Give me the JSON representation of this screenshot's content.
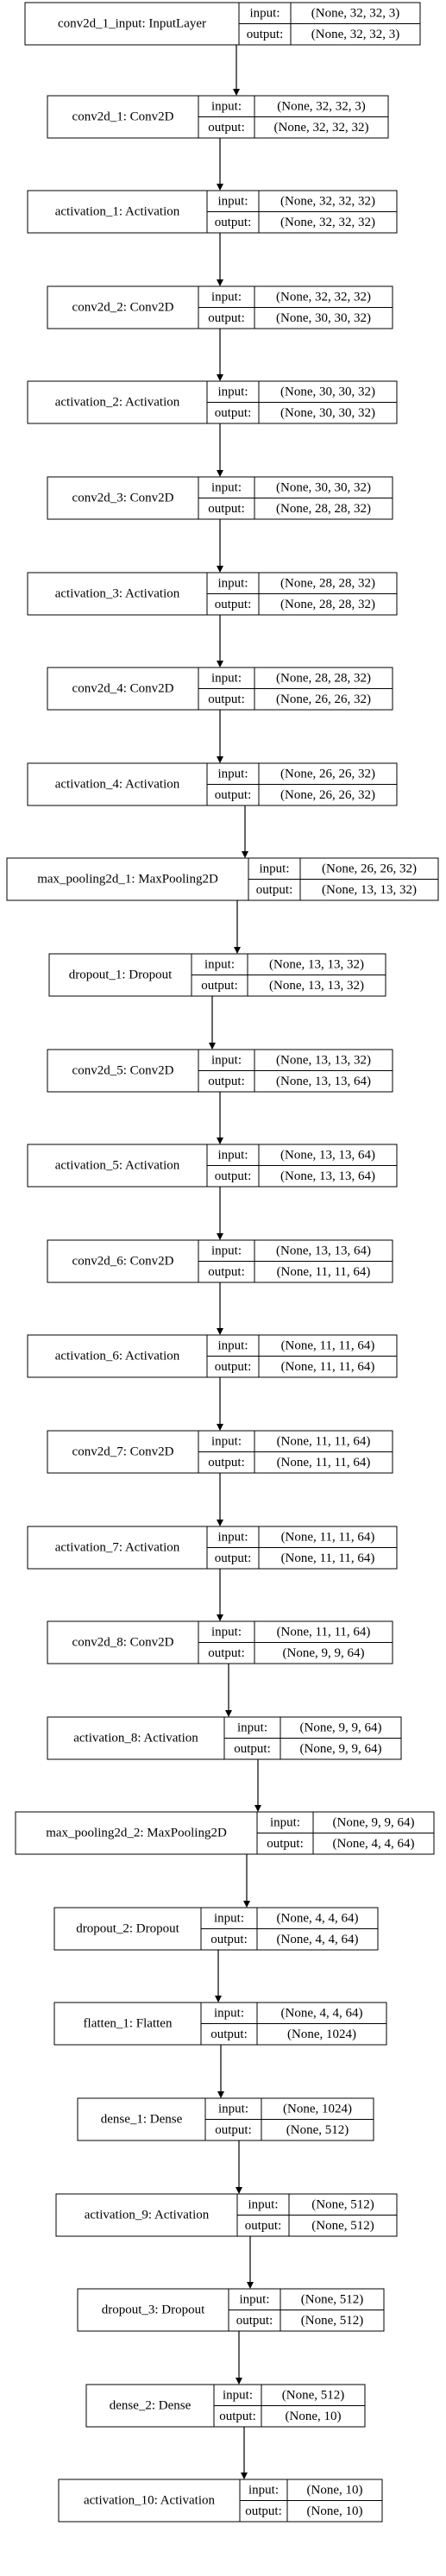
{
  "layers": [
    {
      "name": "conv2d_1_input: InputLayer",
      "input": "(None, 32, 32, 3)",
      "output": "(None, 32, 32, 3)"
    },
    {
      "name": "conv2d_1: Conv2D",
      "input": "(None, 32, 32, 3)",
      "output": "(None, 32, 32, 32)"
    },
    {
      "name": "activation_1: Activation",
      "input": "(None, 32, 32, 32)",
      "output": "(None, 32, 32, 32)"
    },
    {
      "name": "conv2d_2: Conv2D",
      "input": "(None, 32, 32, 32)",
      "output": "(None, 30, 30, 32)"
    },
    {
      "name": "activation_2: Activation",
      "input": "(None, 30, 30, 32)",
      "output": "(None, 30, 30, 32)"
    },
    {
      "name": "conv2d_3: Conv2D",
      "input": "(None, 30, 30, 32)",
      "output": "(None, 28, 28, 32)"
    },
    {
      "name": "activation_3: Activation",
      "input": "(None, 28, 28, 32)",
      "output": "(None, 28, 28, 32)"
    },
    {
      "name": "conv2d_4: Conv2D",
      "input": "(None, 28, 28, 32)",
      "output": "(None, 26, 26, 32)"
    },
    {
      "name": "activation_4: Activation",
      "input": "(None, 26, 26, 32)",
      "output": "(None, 26, 26, 32)"
    },
    {
      "name": "max_pooling2d_1: MaxPooling2D",
      "input": "(None, 26, 26, 32)",
      "output": "(None, 13, 13, 32)"
    },
    {
      "name": "dropout_1: Dropout",
      "input": "(None, 13, 13, 32)",
      "output": "(None, 13, 13, 32)"
    },
    {
      "name": "conv2d_5: Conv2D",
      "input": "(None, 13, 13, 32)",
      "output": "(None, 13, 13, 64)"
    },
    {
      "name": "activation_5: Activation",
      "input": "(None, 13, 13, 64)",
      "output": "(None, 13, 13, 64)"
    },
    {
      "name": "conv2d_6: Conv2D",
      "input": "(None, 13, 13, 64)",
      "output": "(None, 11, 11, 64)"
    },
    {
      "name": "activation_6: Activation",
      "input": "(None, 11, 11, 64)",
      "output": "(None, 11, 11, 64)"
    },
    {
      "name": "conv2d_7: Conv2D",
      "input": "(None, 11, 11, 64)",
      "output": "(None, 11, 11, 64)"
    },
    {
      "name": "activation_7: Activation",
      "input": "(None, 11, 11, 64)",
      "output": "(None, 11, 11, 64)"
    },
    {
      "name": "conv2d_8: Conv2D",
      "input": "(None, 11, 11, 64)",
      "output": "(None, 9, 9, 64)"
    },
    {
      "name": "activation_8: Activation",
      "input": "(None, 9, 9, 64)",
      "output": "(None, 9, 9, 64)"
    },
    {
      "name": "max_pooling2d_2: MaxPooling2D",
      "input": "(None, 9, 9, 64)",
      "output": "(None, 4, 4, 64)"
    },
    {
      "name": "dropout_2: Dropout",
      "input": "(None, 4, 4, 64)",
      "output": "(None, 4, 4, 64)"
    },
    {
      "name": "flatten_1: Flatten",
      "input": "(None, 4, 4, 64)",
      "output": "(None, 1024)"
    },
    {
      "name": "dense_1: Dense",
      "input": "(None, 1024)",
      "output": "(None, 512)"
    },
    {
      "name": "activation_9: Activation",
      "input": "(None, 512)",
      "output": "(None, 512)"
    },
    {
      "name": "dropout_3: Dropout",
      "input": "(None, 512)",
      "output": "(None, 512)"
    },
    {
      "name": "dense_2: Dense",
      "input": "(None, 512)",
      "output": "(None, 10)"
    },
    {
      "name": "activation_10: Activation",
      "input": "(None, 10)",
      "output": "(None, 10)"
    }
  ],
  "field_labels": {
    "input": "input:",
    "output": "output:"
  }
}
